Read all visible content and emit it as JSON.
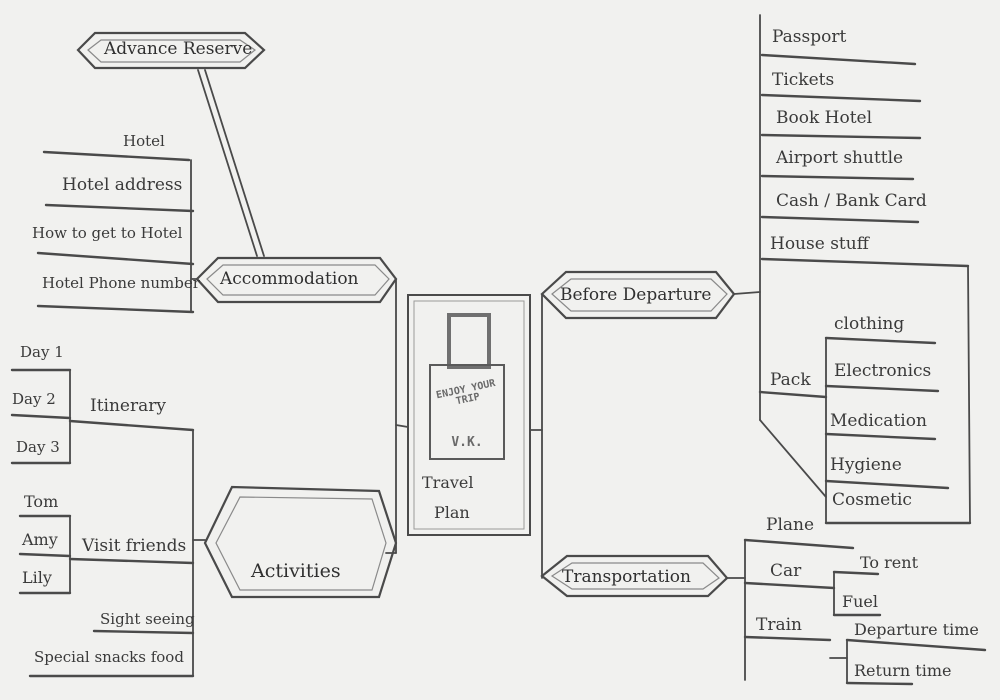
{
  "center": {
    "label_line1": "Travel",
    "label_line2": "Plan",
    "bag_text": "ENJOY YOUR TRIP",
    "bag_initials": "V.K."
  },
  "advance_reserve": "Advance Reserve",
  "accommodation": {
    "label": "Accommodation",
    "items": [
      "Hotel",
      "Hotel address",
      "How to get to Hotel",
      "Hotel Phone number"
    ]
  },
  "activities": {
    "label": "Activities",
    "itinerary": {
      "label": "Itinerary",
      "days": [
        "Day 1",
        "Day 2",
        "Day 3"
      ]
    },
    "visit_friends": {
      "label": "Visit friends",
      "friends": [
        "Tom",
        "Amy",
        "Lily"
      ]
    },
    "sightseeing": "Sight seeing",
    "special_food": "Special snacks food"
  },
  "before_departure": {
    "label": "Before Departure",
    "items": [
      "Passport",
      "Tickets",
      "Book Hotel",
      "Airport shuttle",
      "Cash / Bank Card",
      "House stuff"
    ],
    "pack": {
      "label": "Pack",
      "items": [
        "clothing",
        "Electronics",
        "Medication",
        "Hygiene",
        "Cosmetic"
      ]
    }
  },
  "transportation": {
    "label": "Transportation",
    "plane": "Plane",
    "car": {
      "label": "Car",
      "sub": [
        "To rent",
        "Fuel"
      ]
    },
    "train": {
      "label": "Train",
      "sub": [
        "Departure time",
        "Return time"
      ]
    }
  }
}
